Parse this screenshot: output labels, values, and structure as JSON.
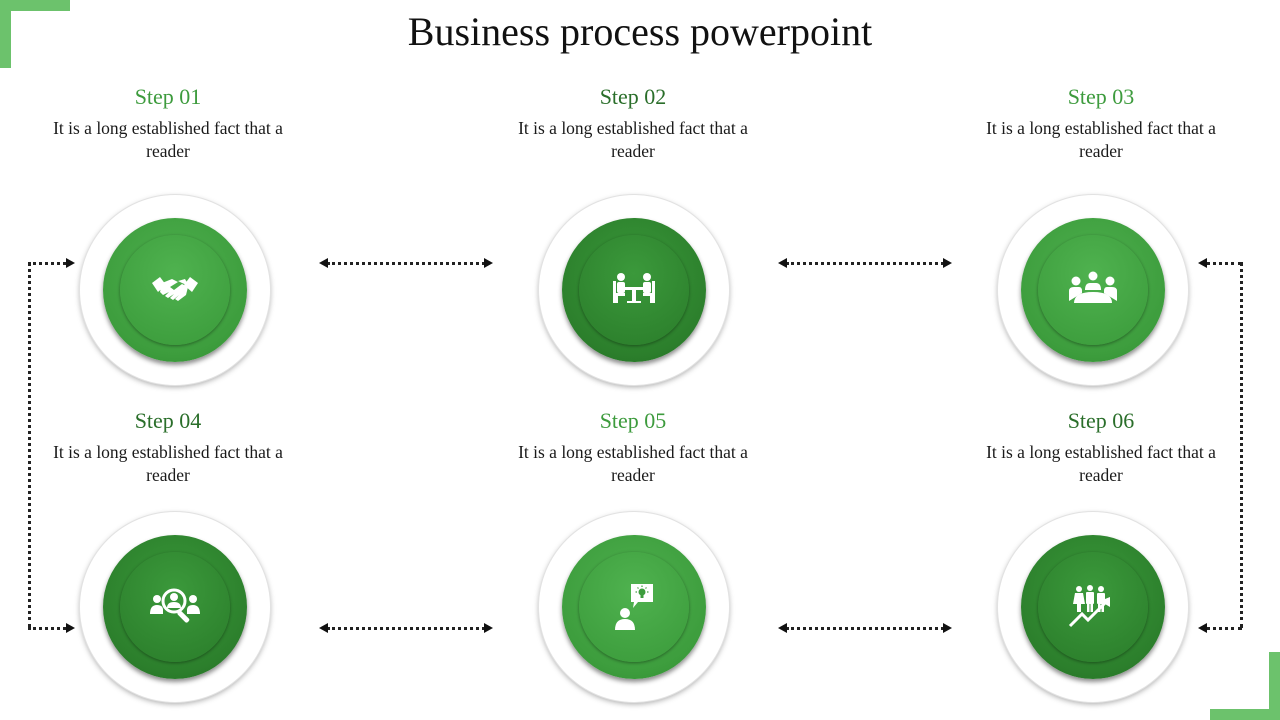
{
  "title": "Business process powerpoint",
  "colors": {
    "accent_light": "#4aaa4a",
    "accent_dark": "#2e7d2e",
    "heading_light": "#3d9b3d",
    "heading_dark": "#2a6e2a",
    "corner": "#6cc26c"
  },
  "steps": [
    {
      "heading": "Step 01",
      "text": "It is a long established fact that a reader",
      "icon": "handshake-icon"
    },
    {
      "heading": "Step 02",
      "text": "It is a long established fact that a reader",
      "icon": "meeting-table-icon"
    },
    {
      "heading": "Step 03",
      "text": "It is a long established fact that a reader",
      "icon": "group-table-icon"
    },
    {
      "heading": "Step 04",
      "text": "It is a long established fact that a reader",
      "icon": "team-search-icon"
    },
    {
      "heading": "Step 05",
      "text": "It is a long established fact that a reader",
      "icon": "idea-speech-icon"
    },
    {
      "heading": "Step 06",
      "text": "It is a long established fact that a reader",
      "icon": "team-growth-icon"
    }
  ]
}
